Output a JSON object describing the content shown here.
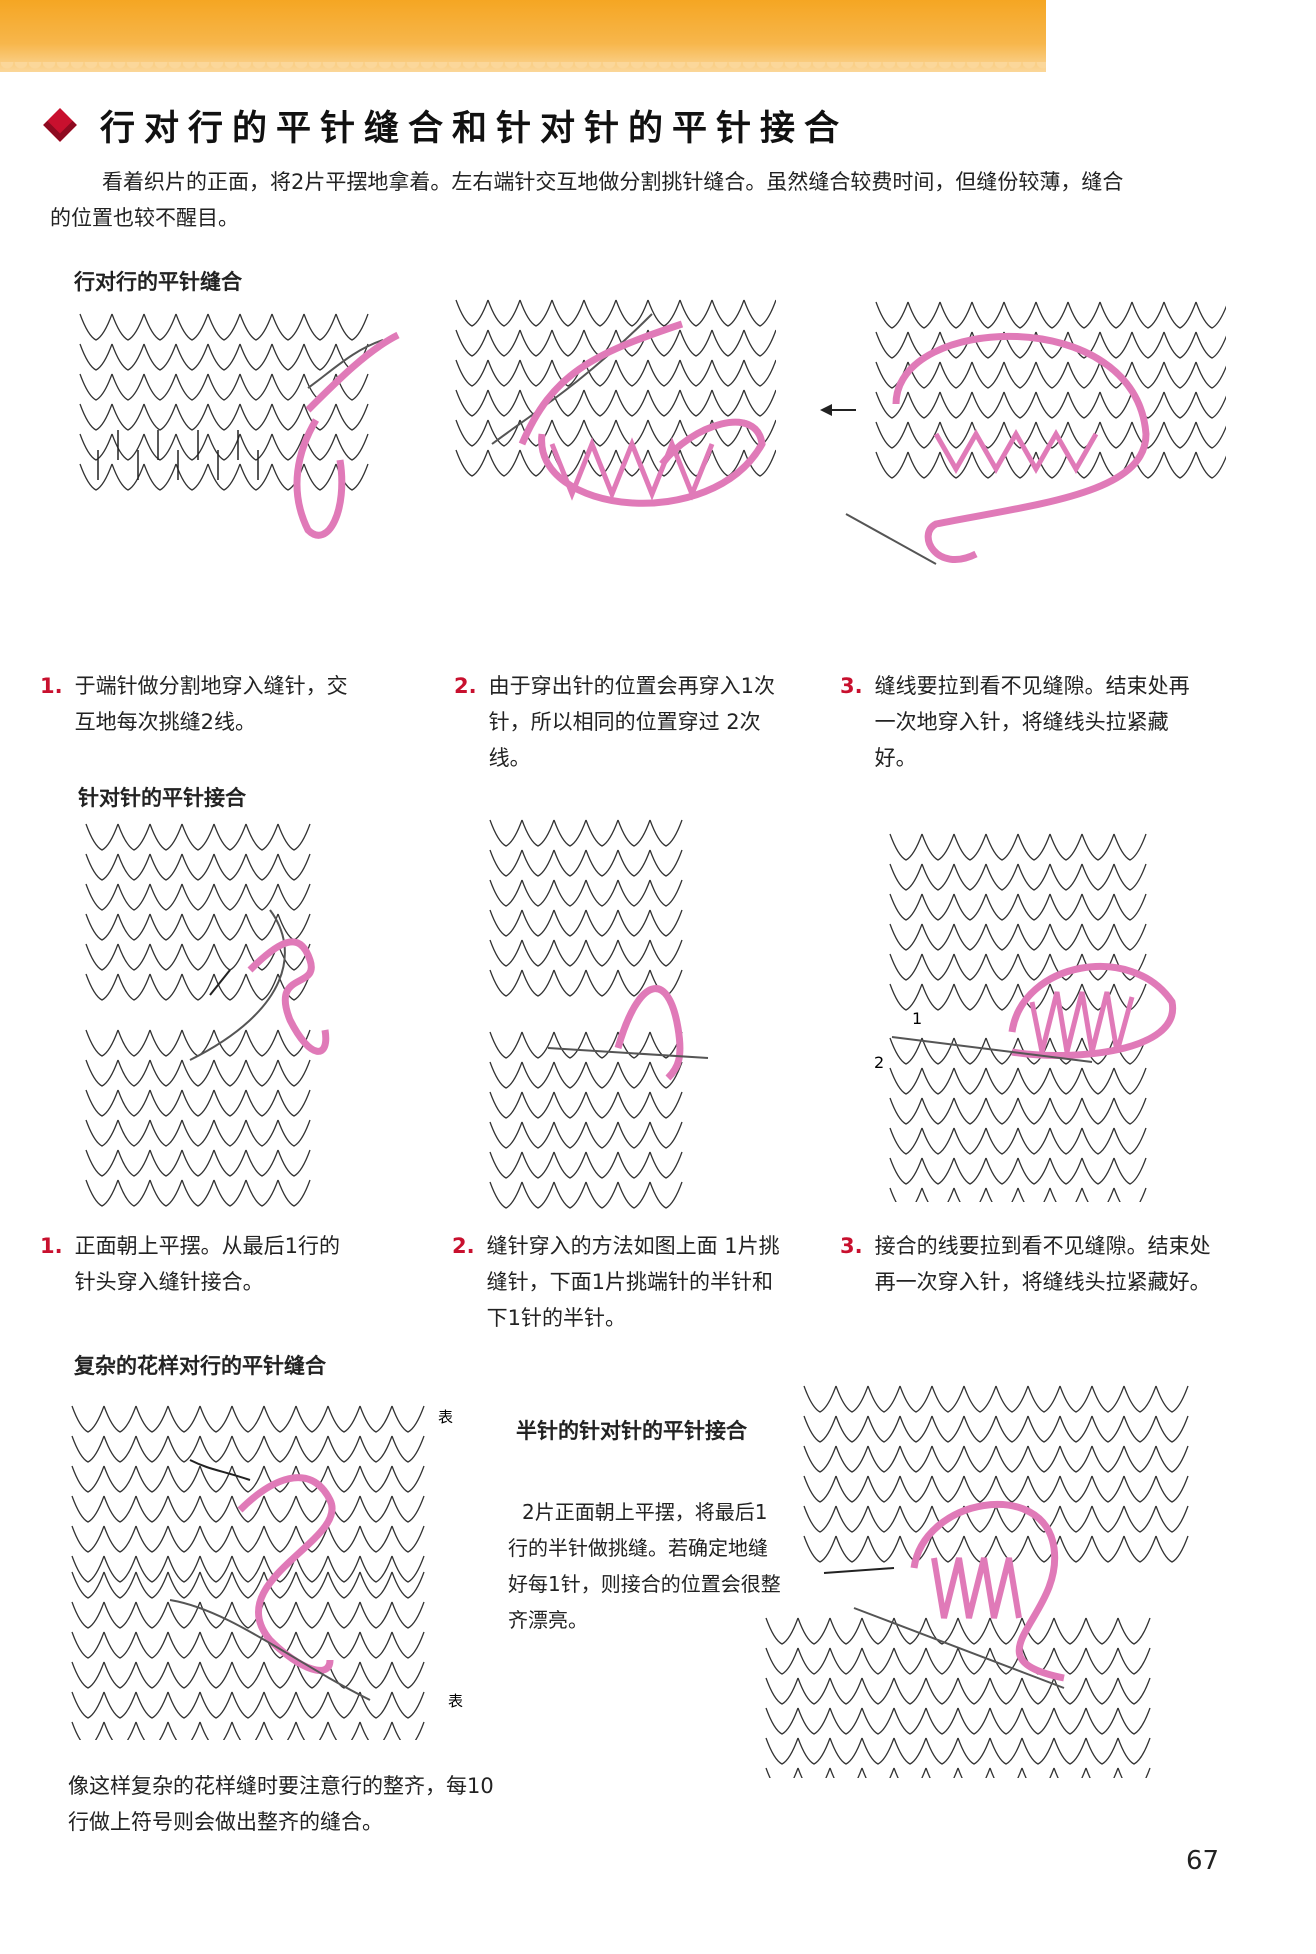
{
  "page": {
    "title": "行对行的平针缝合和针对针的平针接合",
    "intro": "看着织片的正面，将2片平摆地拿着。左右端针交互地做分割挑针缝合。虽然缝合较费时间，但缝份较薄，缝合的位置也较不醒目。",
    "number": "67"
  },
  "colors": {
    "accent": "#c8102e",
    "band": "#f5a623",
    "yarn": "#e07ab8"
  },
  "icons": {
    "title_marker": "red-diamond-icon"
  },
  "section1": {
    "heading": "行对行的平针缝合",
    "steps": [
      {
        "num": "1.",
        "text": "于端针做分割地穿入缝针，交互地每次挑缝2线。"
      },
      {
        "num": "2.",
        "text": "由于穿出针的位置会再穿入1次针，所以相同的位置穿过 2次线。"
      },
      {
        "num": "3.",
        "text": "缝线要拉到看不见缝隙。结束处再一次地穿入针，将缝线头拉紧藏好。"
      }
    ]
  },
  "section2": {
    "heading": "针对针的平针接合",
    "steps": [
      {
        "num": "1.",
        "text": "正面朝上平摆。从最后1行的针头穿入缝针接合。"
      },
      {
        "num": "2.",
        "text": "缝针穿入的方法如图上面 1片挑缝针，下面1片挑端针的半针和下1针的半针。"
      },
      {
        "num": "3.",
        "text": "接合的线要拉到看不见缝隙。结束处再一次穿入针，将缝线头拉紧藏好。"
      }
    ],
    "figure3_labels": [
      "1",
      "2"
    ]
  },
  "section3": {
    "heading": "复杂的花样对行的平针缝合",
    "figure_labels": [
      "表",
      "表"
    ],
    "side_title": "半针的针对针的平针接合",
    "side_text": "2片正面朝上平摆，将最后1行的半针做挑缝。若确定地缝好每1针，则接合的位置会很整齐漂亮。",
    "note": "像这样复杂的花样缝时要注意行的整齐，每10行做上符号则会做出整齐的缝合。"
  }
}
